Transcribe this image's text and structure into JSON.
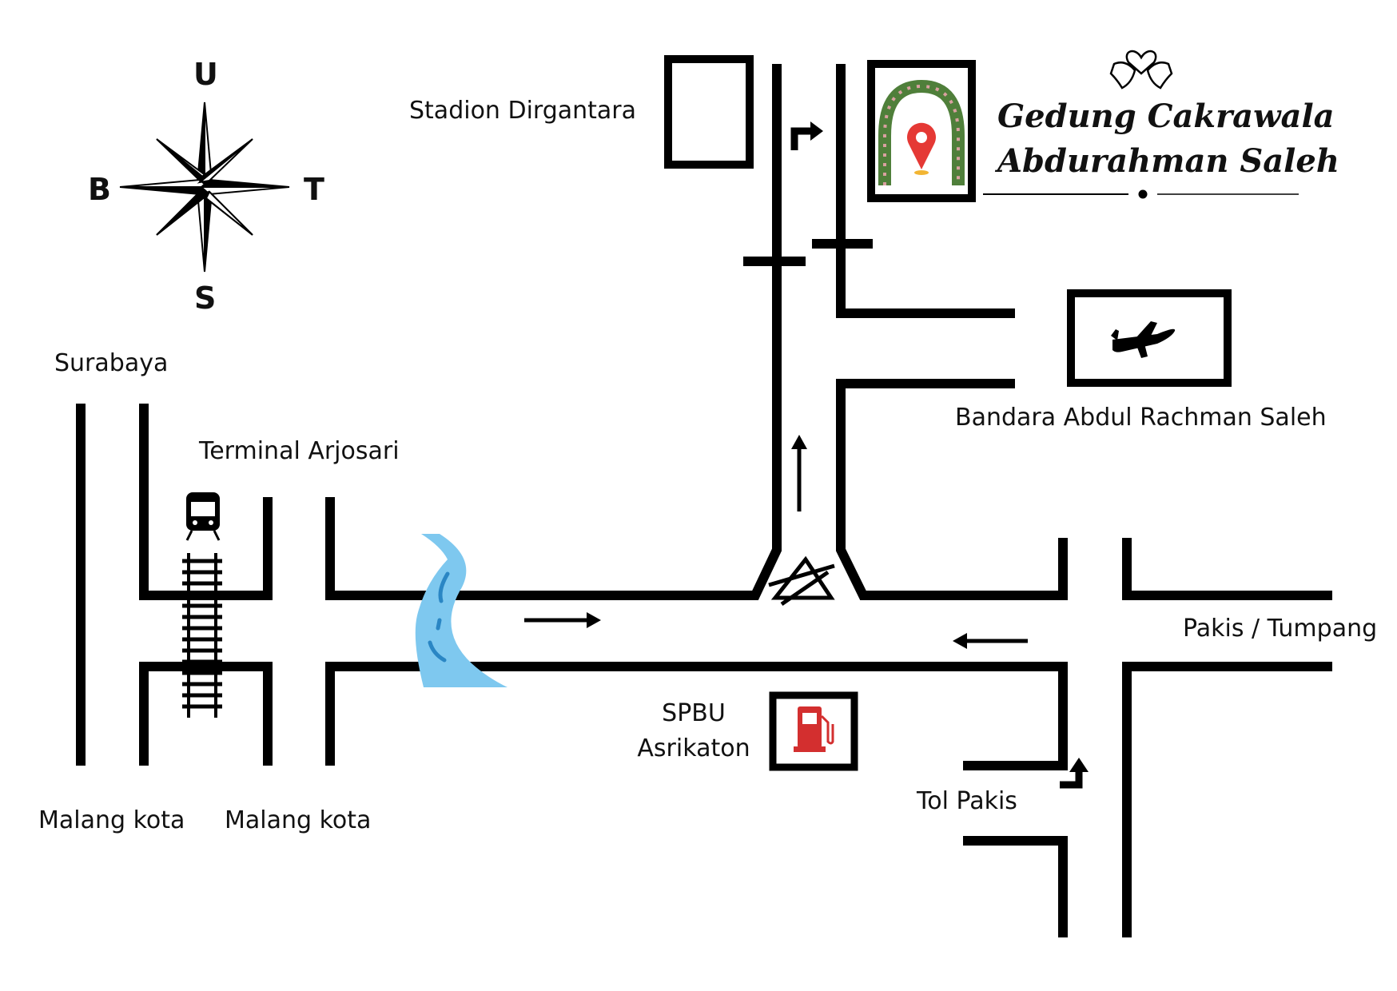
{
  "compass": {
    "north": "U",
    "south": "S",
    "east": "T",
    "west": "B"
  },
  "venue": {
    "name_line1": "Gedung Cakrawala",
    "name_line2": "Abdurahman Saleh"
  },
  "places": {
    "stadium": "Stadion Dirgantara",
    "airport": "Bandara Abdul Rachman Saleh",
    "surabaya": "Surabaya",
    "terminal": "Terminal Arjosari",
    "pakis_tumpang": "Pakis / Tumpang",
    "gas_station_line1": "SPBU",
    "gas_station_line2": "Asrikaton",
    "toll": "Tol Pakis",
    "malang_kota_1": "Malang kota",
    "malang_kota_2": "Malang kota"
  },
  "icons": [
    "compass-rose-icon",
    "doves-heart-icon",
    "wedding-arch-icon",
    "location-pin-icon",
    "airplane-icon",
    "train-icon",
    "railway-track-icon",
    "fuel-pump-icon",
    "river-icon",
    "monument-icon",
    "arrow-right-icon",
    "arrow-left-icon",
    "arrow-up-icon",
    "turn-right-arrow-icon"
  ],
  "colors": {
    "road": "#000000",
    "river": "#7ec8ef",
    "river_stroke": "#2a86c4",
    "pin": "#e53935",
    "fuel": "#d32f2f",
    "arch_green": "#4f7f3a"
  }
}
